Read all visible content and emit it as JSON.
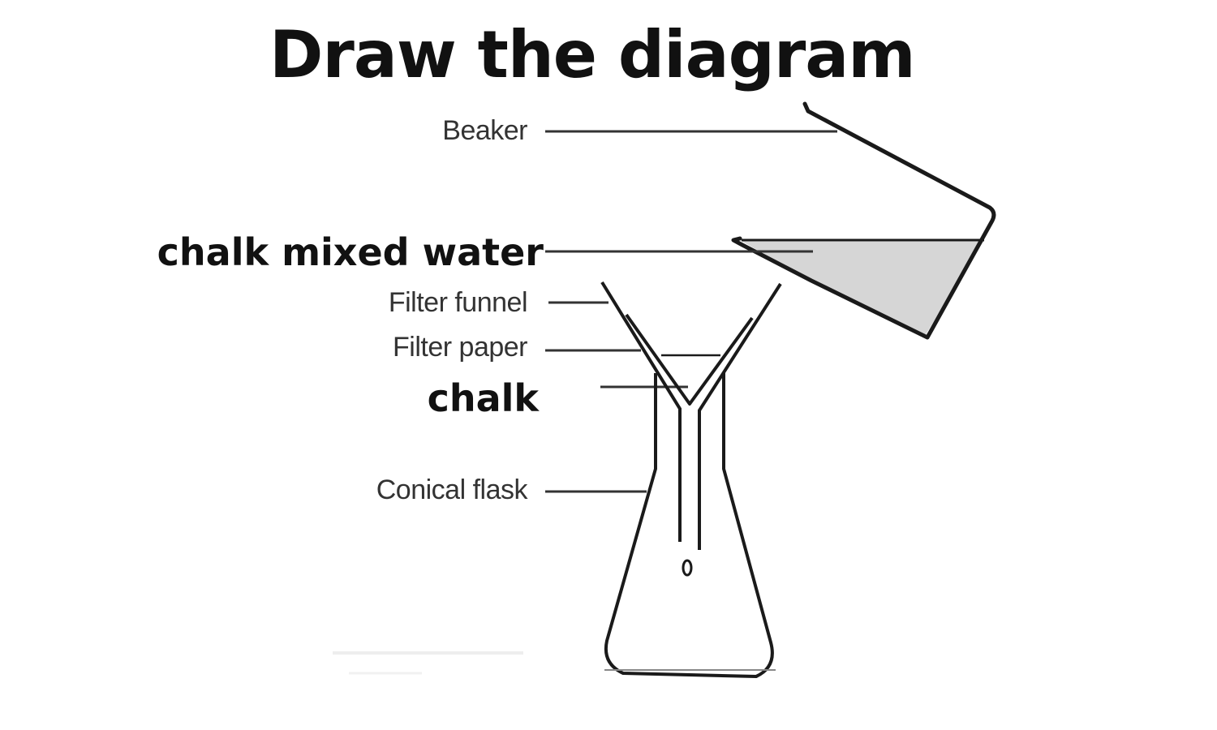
{
  "title": "Draw the diagram",
  "labels": {
    "beaker": "Beaker",
    "chalk_mixed_water": "chalk mixed water",
    "filter_funnel": "Filter funnel",
    "filter_paper": "Filter paper",
    "chalk": "chalk",
    "conical_flask": "Conical flask"
  },
  "colors": {
    "line": "#1a1a1a",
    "liquid": "#d6d6d6",
    "background": "#ffffff"
  }
}
